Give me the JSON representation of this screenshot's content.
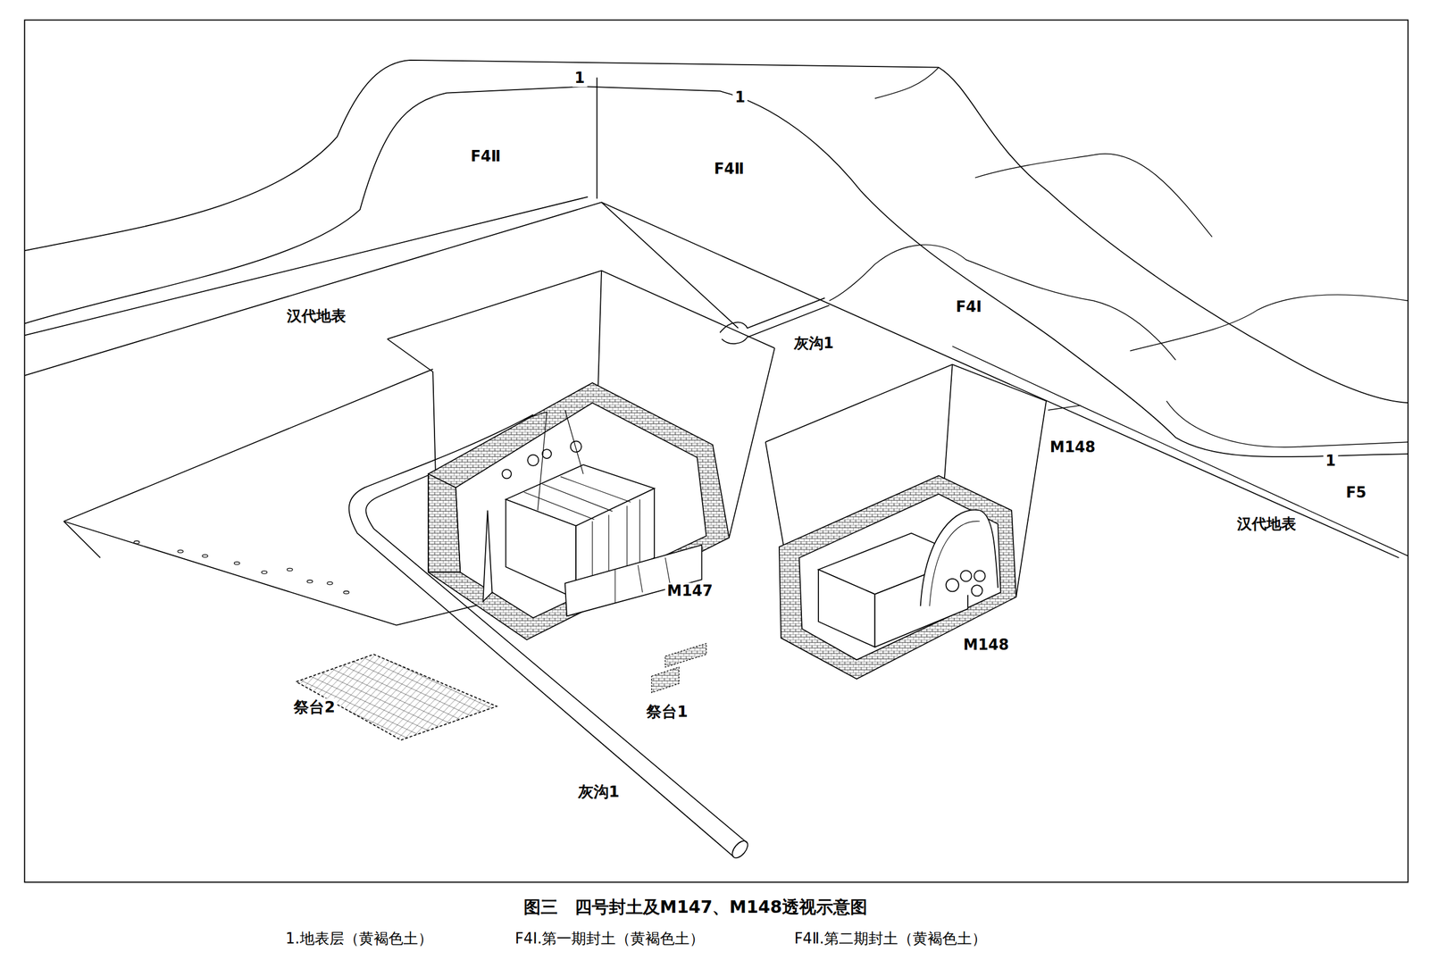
{
  "diagram": {
    "caption": "图三　四号封土及M147、M148透视示意图",
    "labels": [
      "1",
      "1",
      "F4Ⅱ",
      "F4Ⅱ",
      "汉代地表",
      "灰沟1",
      "F4Ⅰ",
      "M148",
      "1",
      "F5",
      "汉代地表",
      "M147",
      "M148",
      "祭台2",
      "祭台1",
      "灰沟1",
      "1.地表层（黄褐色土）",
      "F4Ⅰ.第一期封土（黄褐色土）",
      "F4Ⅱ.第二期封土（黄褐色土）"
    ]
  }
}
